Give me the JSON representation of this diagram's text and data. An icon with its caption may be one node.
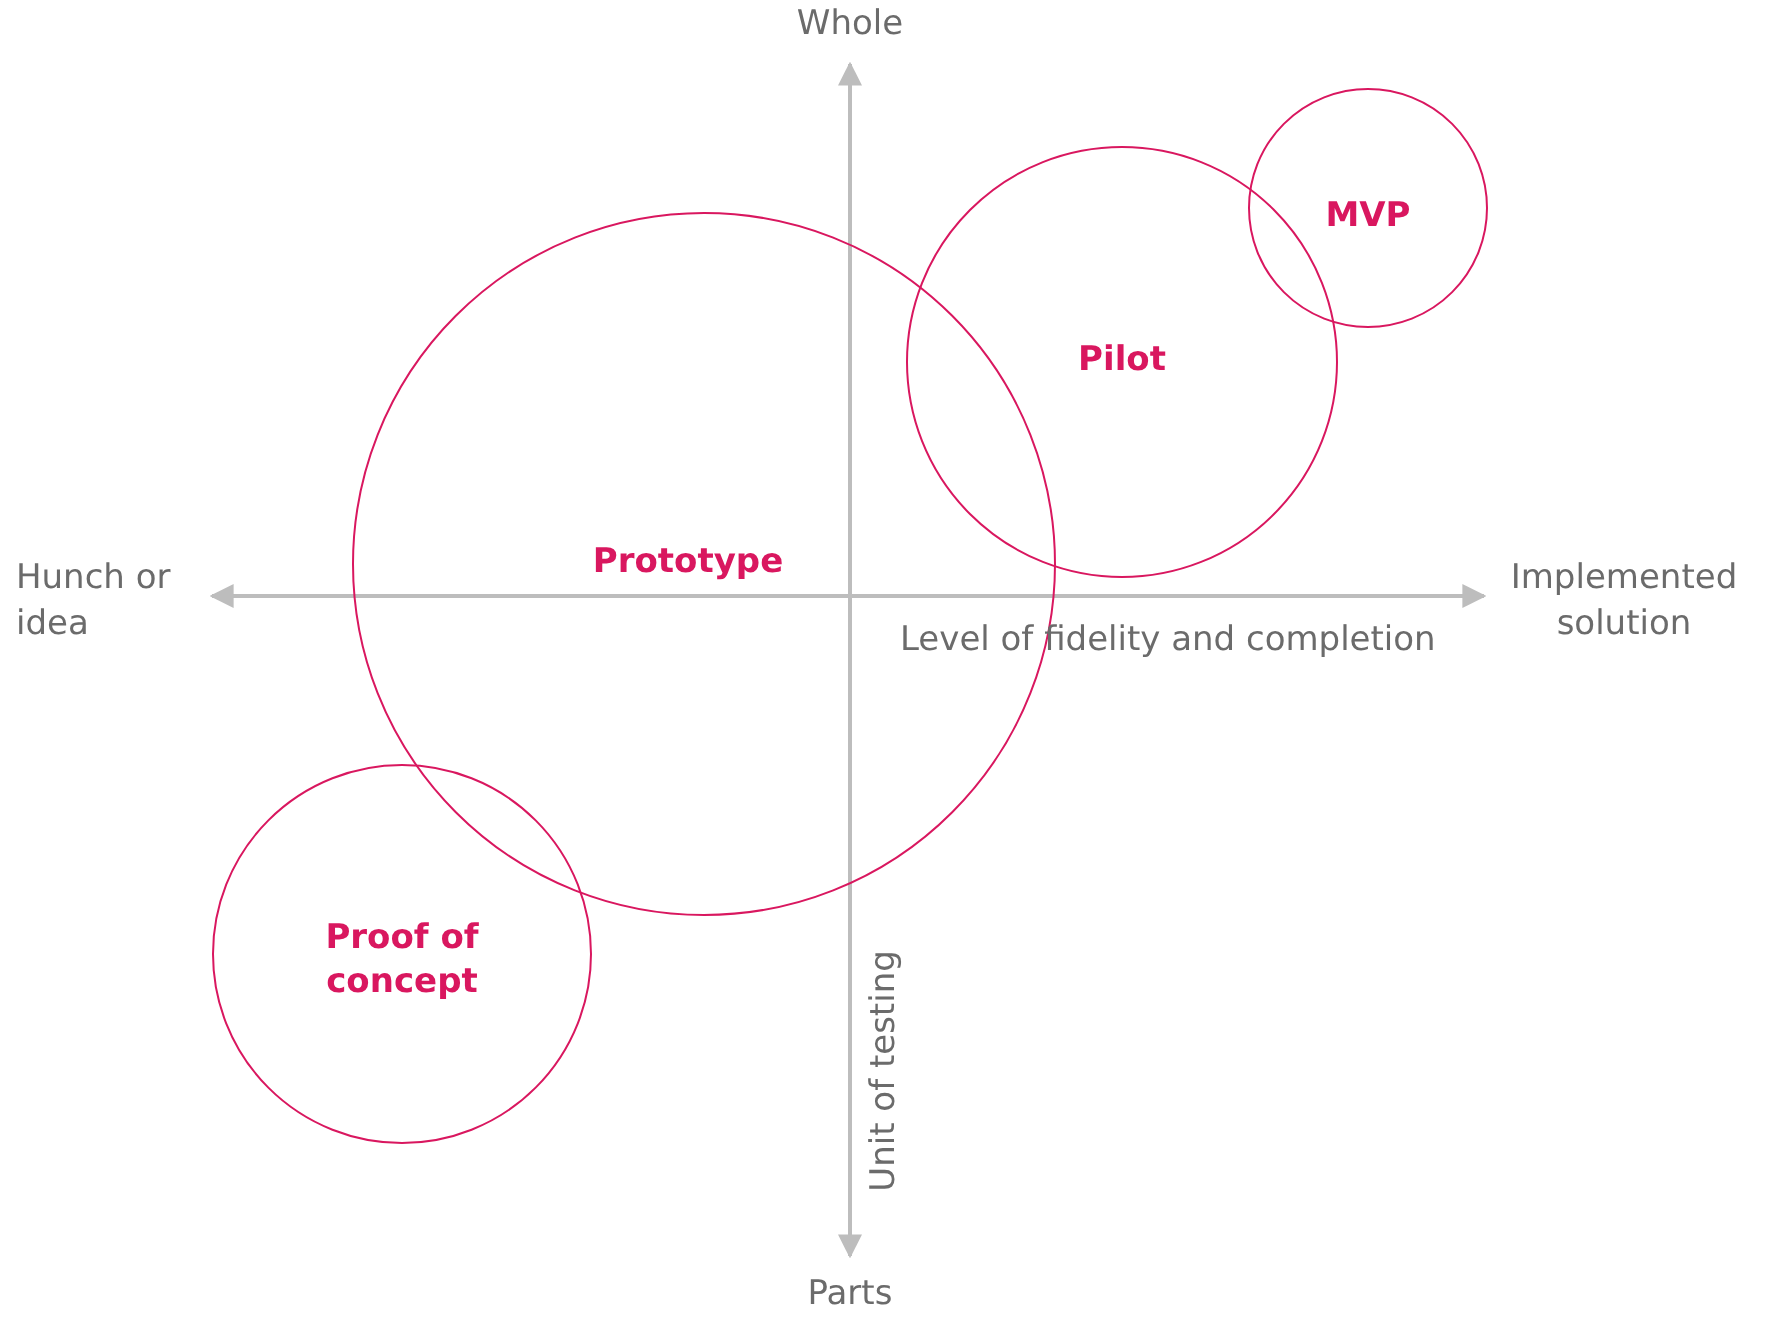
{
  "diagram": {
    "nodes": [
      {
        "text": [
          "Prototype"
        ]
      },
      {
        "text": [
          "Pilot"
        ]
      },
      {
        "text": [
          "MVP"
        ]
      },
      {
        "text": [
          "Proof of concept"
        ]
      }
    ],
    "labels": [
      "Whole",
      "Hunch or idea",
      "Implemented solution",
      "Level of fidelity and completion",
      "Unit of testing",
      "Parts"
    ]
  }
}
